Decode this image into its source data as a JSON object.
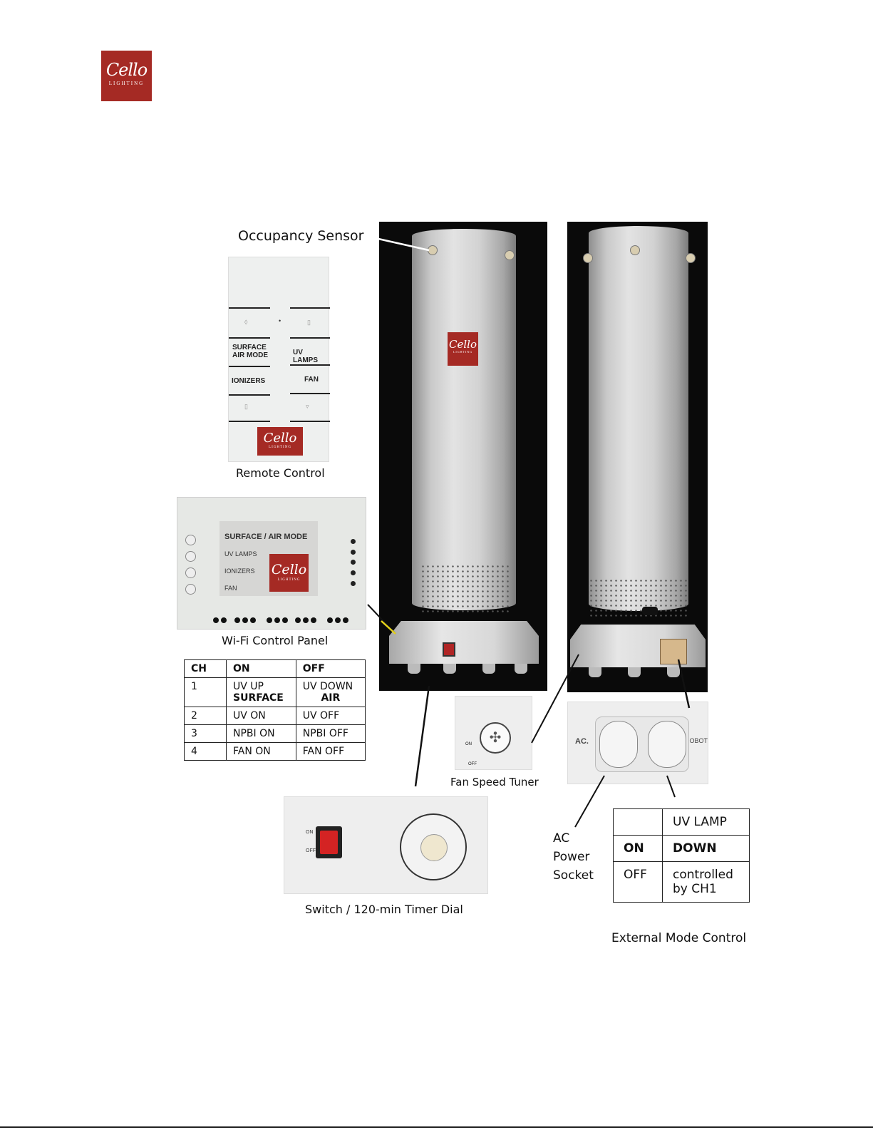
{
  "logo": {
    "script": "Cello",
    "sub": "LIGHTING"
  },
  "labels": {
    "occupancy_sensor": "Occupancy Sensor",
    "remote_control": "Remote Control",
    "wifi_control_panel": "Wi-Fi Control Panel",
    "fan_speed_tuner": "Fan Speed Tuner",
    "switch_timer": "Switch  /  120-min Timer Dial",
    "ac_power_socket": [
      "AC",
      "Power",
      "Socket"
    ],
    "external_mode_control": "External Mode Control"
  },
  "remote": {
    "btn_surface_air": [
      "SURFACE",
      "AIR MODE"
    ],
    "btn_uv_lamps": "UV LAMPS",
    "btn_ionizers": "IONIZERS",
    "btn_fan": "FAN"
  },
  "wifi_panel": {
    "rows": [
      "SURFACE / AIR MODE",
      "UV LAMPS",
      "IONIZERS",
      "FAN"
    ]
  },
  "ch_table": {
    "headers": [
      "CH",
      "ON",
      "OFF"
    ],
    "rows": [
      {
        "ch": "1",
        "on": "UV UP",
        "on_bold": "SURFACE",
        "off": "UV DOWN",
        "off_bold": "AIR"
      },
      {
        "ch": "2",
        "on": "UV ON",
        "off": "UV OFF"
      },
      {
        "ch": "3",
        "on": "NPBI ON",
        "off": "NPBI OFF"
      },
      {
        "ch": "4",
        "on": "FAN ON",
        "off": "FAN OFF"
      }
    ]
  },
  "ext_table": {
    "header": "UV LAMP",
    "on_label": "ON",
    "on_value": "DOWN",
    "off_label": "OFF",
    "off_value": [
      "controlled",
      "by CH1"
    ]
  },
  "switch_panel": {
    "on": "ON",
    "off": "OFF"
  },
  "socket": {
    "ac": "AC.",
    "robot": "ROBOT"
  },
  "fan_tuner": {
    "off": "OFF",
    "on": "ON"
  }
}
